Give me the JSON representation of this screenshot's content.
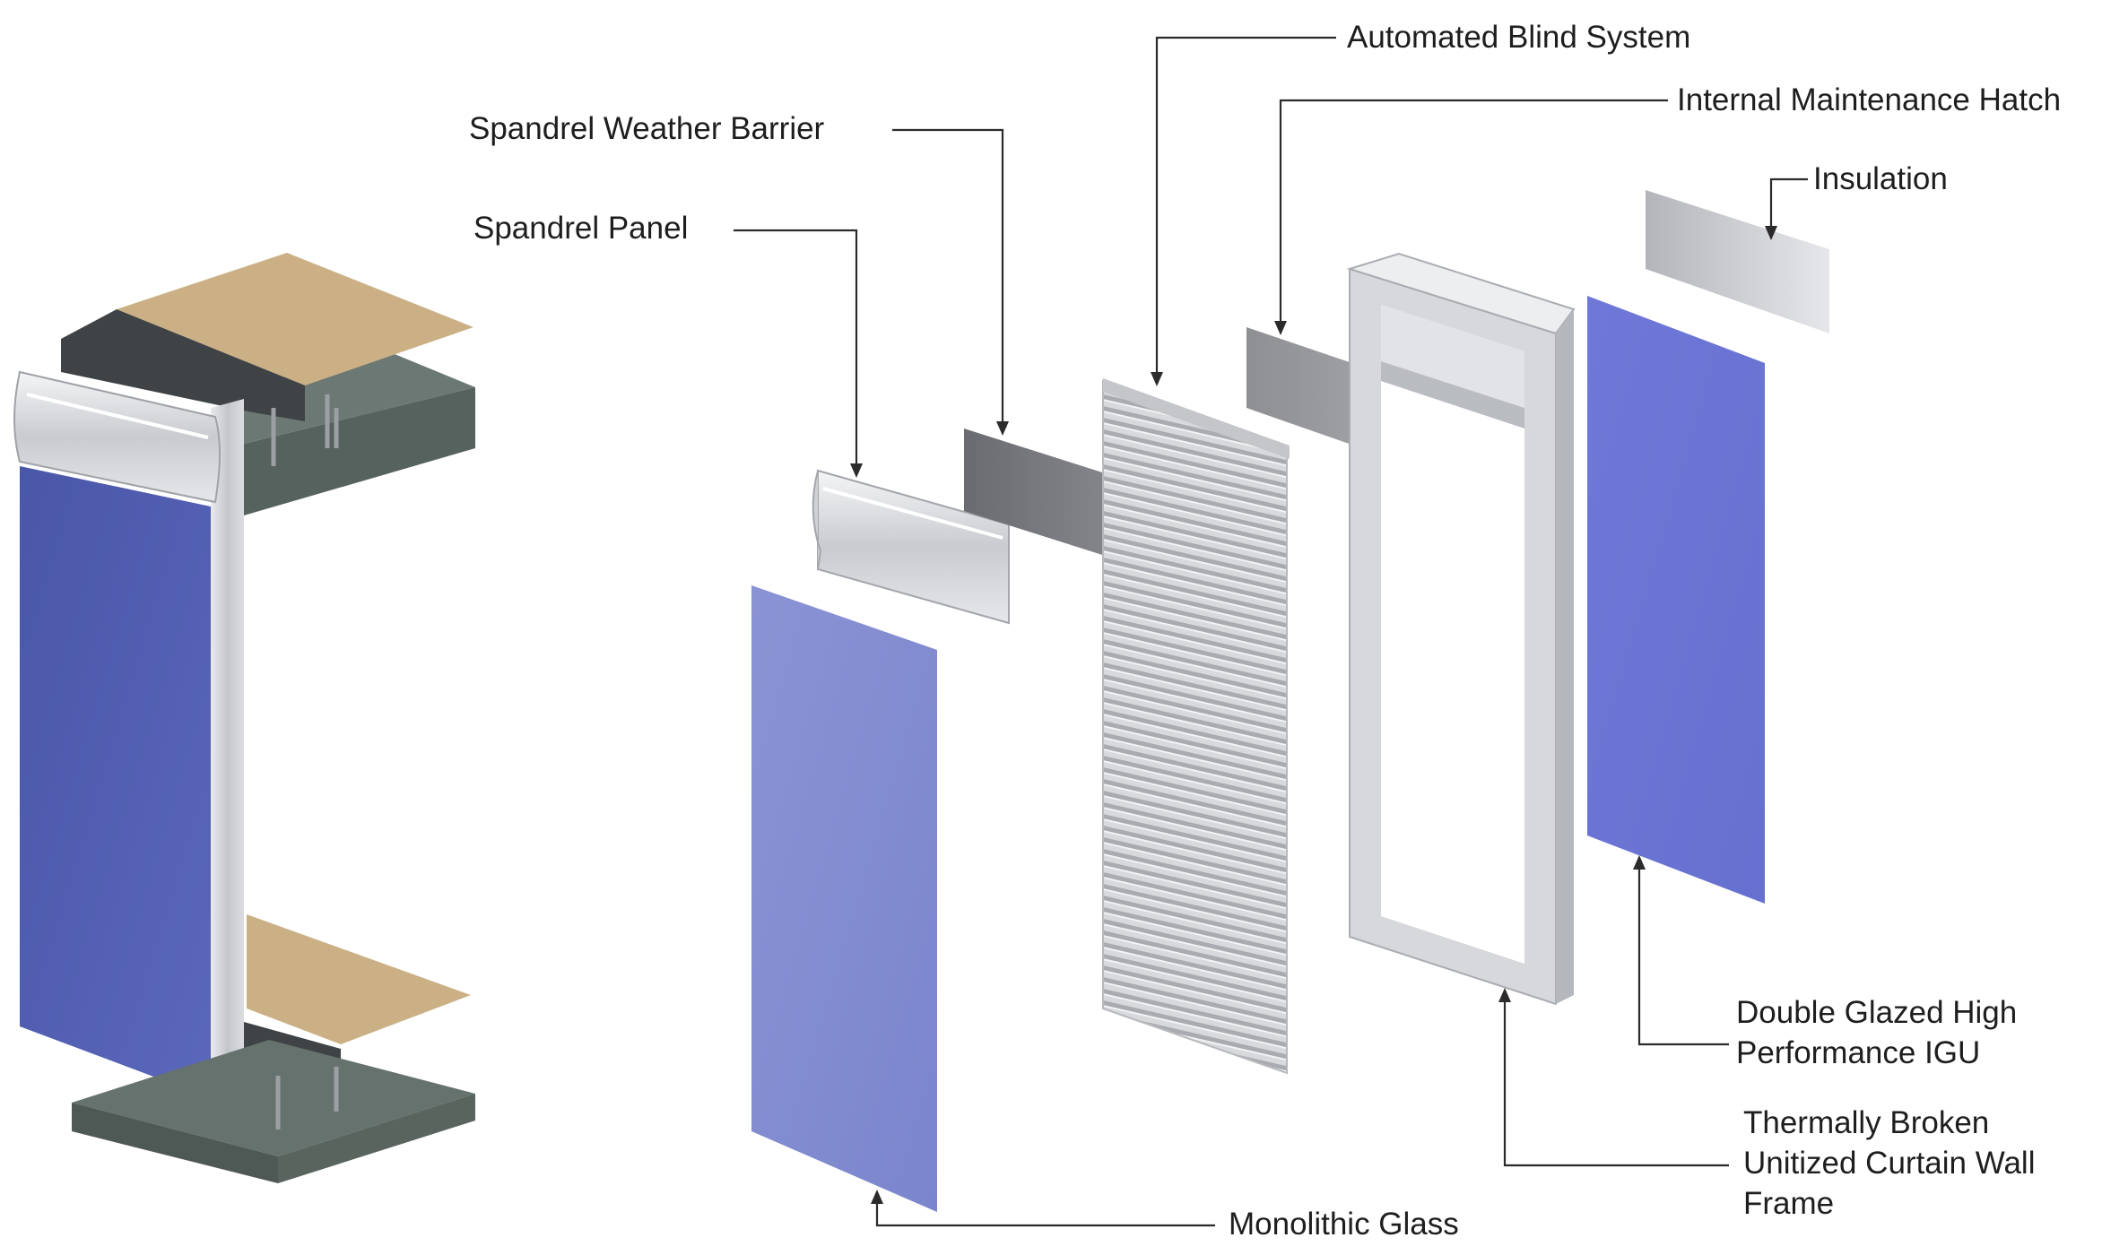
{
  "labels": {
    "automated_blind_system": "Automated Blind System",
    "internal_maintenance_hatch": "Internal Maintenance Hatch",
    "spandrel_weather_barrier": "Spandrel Weather Barrier",
    "insulation": "Insulation",
    "spandrel_panel": "Spandrel Panel",
    "double_glazed_igu": [
      "Double Glazed High",
      "Performance IGU"
    ],
    "curtain_wall_frame": [
      "Thermally Broken",
      "Unitized Curtain Wall",
      "Frame"
    ],
    "monolithic_glass": "Monolithic Glass"
  },
  "colors": {
    "glass_blue": "#7d87cf",
    "igu_blue": "#6e77d6",
    "assembled_blue": "#4f5db0",
    "aluminium": "#d2d4d8",
    "barrier_grey": "#75767b",
    "slab_concrete": "#5c6965",
    "floor_finish": "#c9ad82",
    "leader_line": "#2b2b2b"
  }
}
